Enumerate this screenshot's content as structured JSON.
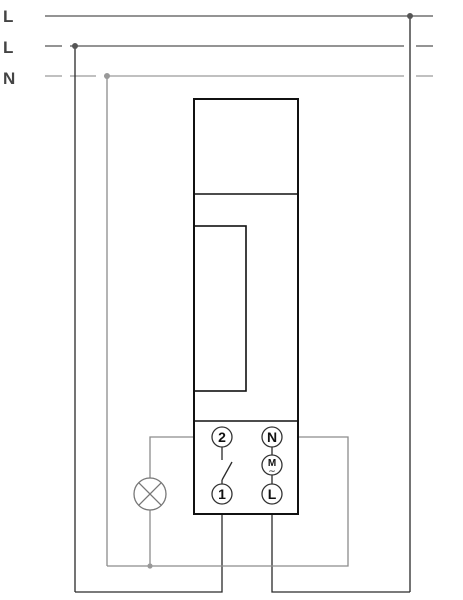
{
  "supply_lines": [
    {
      "label": "L"
    },
    {
      "label": "L"
    },
    {
      "label": "N"
    }
  ],
  "terminals": {
    "t2": "2",
    "t1": "1",
    "tN": "N",
    "tM": "M",
    "tM_symbol": "~",
    "tL": "L"
  },
  "colors": {
    "live_wire": "#555555",
    "neutral_wire": "#9a9a9a",
    "device_outline": "#111111"
  },
  "icons": {
    "lamp": "lamp-icon",
    "switch_contact": "switch-contact-icon",
    "motor": "motor-icon"
  }
}
